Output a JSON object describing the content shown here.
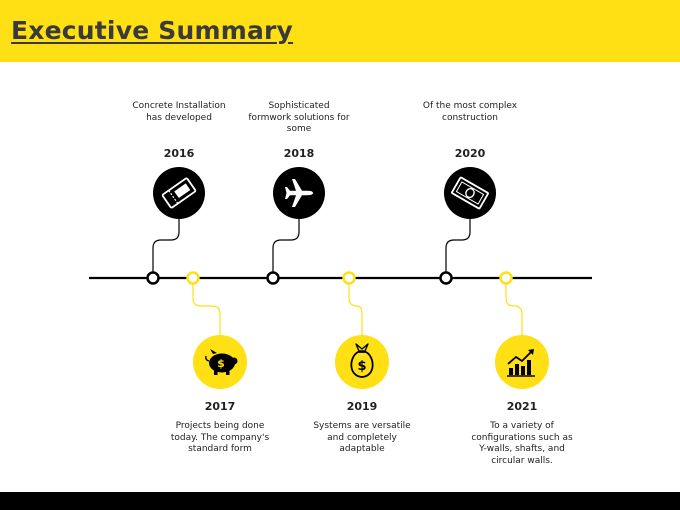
{
  "slide": {
    "title": "Executive Summary"
  },
  "colors": {
    "accent": "#FFE014",
    "dark": "#000000"
  },
  "milestones": [
    {
      "year": "2016",
      "text": "Concrete Installation has developed",
      "icon": "ticket-icon",
      "style": "dark"
    },
    {
      "year": "2017",
      "text": "Projects being done today. The company's standard form",
      "icon": "piggy-bank-icon",
      "style": "accent"
    },
    {
      "year": "2018",
      "text": "Sophisticated formwork solutions for some",
      "icon": "airplane-icon",
      "style": "dark"
    },
    {
      "year": "2019",
      "text": "Systems are versatile and completely adaptable",
      "icon": "money-bag-icon",
      "style": "accent"
    },
    {
      "year": "2020",
      "text": "Of the most complex construction",
      "icon": "banknote-icon",
      "style": "dark"
    },
    {
      "year": "2021",
      "text": "To a variety of configurations such as Y-walls, shafts, and circular walls.",
      "icon": "growth-chart-icon",
      "style": "accent"
    }
  ]
}
